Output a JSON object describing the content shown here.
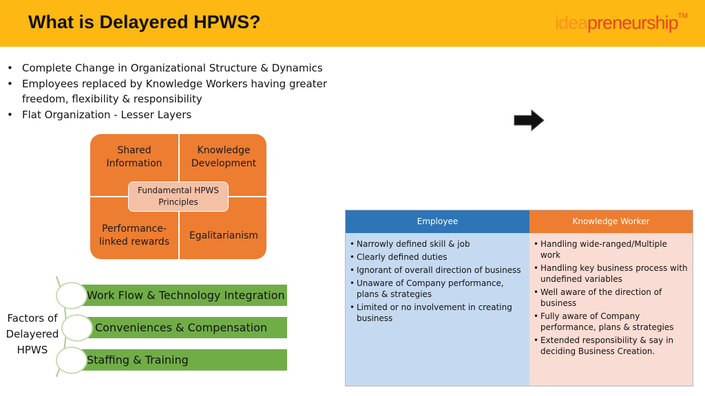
{
  "slide": {
    "title": "What is Delayered HPWS?",
    "logo": {
      "part1": "idea",
      "part2": "preneurship",
      "tm": "TM"
    }
  },
  "bullets": [
    "Complete Change in Organizational Structure & Dynamics",
    "Employees replaced by Knowledge Workers having greater freedom, flexibility & responsibility",
    "Flat Organization - Lesser Layers"
  ],
  "bullet_char": "•",
  "principles": {
    "center": "Fundamental HPWS Principles",
    "top_left": "Shared Information",
    "top_right": "Knowledge Development",
    "bottom_left": "Performance-linked rewards",
    "bottom_right": "Egalitarianism"
  },
  "factors": {
    "label": "Factors of Delayered HPWS",
    "items": [
      "Work Flow & Technology Integration",
      "Conveniences & Compensation",
      "Staffing & Training"
    ]
  },
  "comparison": {
    "employee": {
      "header": "Employee",
      "items": [
        "Narrowly defined skill & job",
        "Clearly defined duties",
        "Ignorant of overall direction of business",
        "Unaware of Company performance, plans & strategies",
        "Limited or no involvement in creating business"
      ]
    },
    "knowledge_worker": {
      "header": "Knowledge Worker",
      "items": [
        "Handling wide-ranged/Multiple work",
        "Handling key business process with undefined variables",
        "Well aware of the direction of business",
        "Fully aware of Company performance, plans & strategies",
        "Extended responsibility & say in deciding Business Creation."
      ]
    }
  },
  "icons": {
    "arrow": "right-arrow-icon"
  },
  "colors": {
    "header": "#fdb813",
    "orange": "#ed7d31",
    "green": "#70ad47",
    "blue": "#2e75b6",
    "light_blue": "#c5daf0",
    "light_pink": "#f9dcd3"
  }
}
